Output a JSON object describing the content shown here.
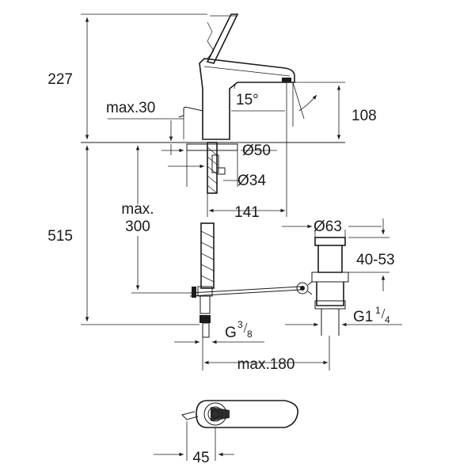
{
  "dimensions": {
    "d227": "227",
    "d108": "108",
    "angle": "15°",
    "max30": "max.30",
    "dia50": "Ø50",
    "dia34": "Ø34",
    "max300_a": "max.",
    "max300_b": "300",
    "d515": "515",
    "d141": "141",
    "dia63": "Ø63",
    "d40_53": "40-53",
    "g38_main": "G",
    "g38_num": "3",
    "g38_den": "8",
    "g1_main": "G1",
    "g1_num": "1",
    "g1_den": "4",
    "max180": "max.180",
    "d45": "45"
  }
}
